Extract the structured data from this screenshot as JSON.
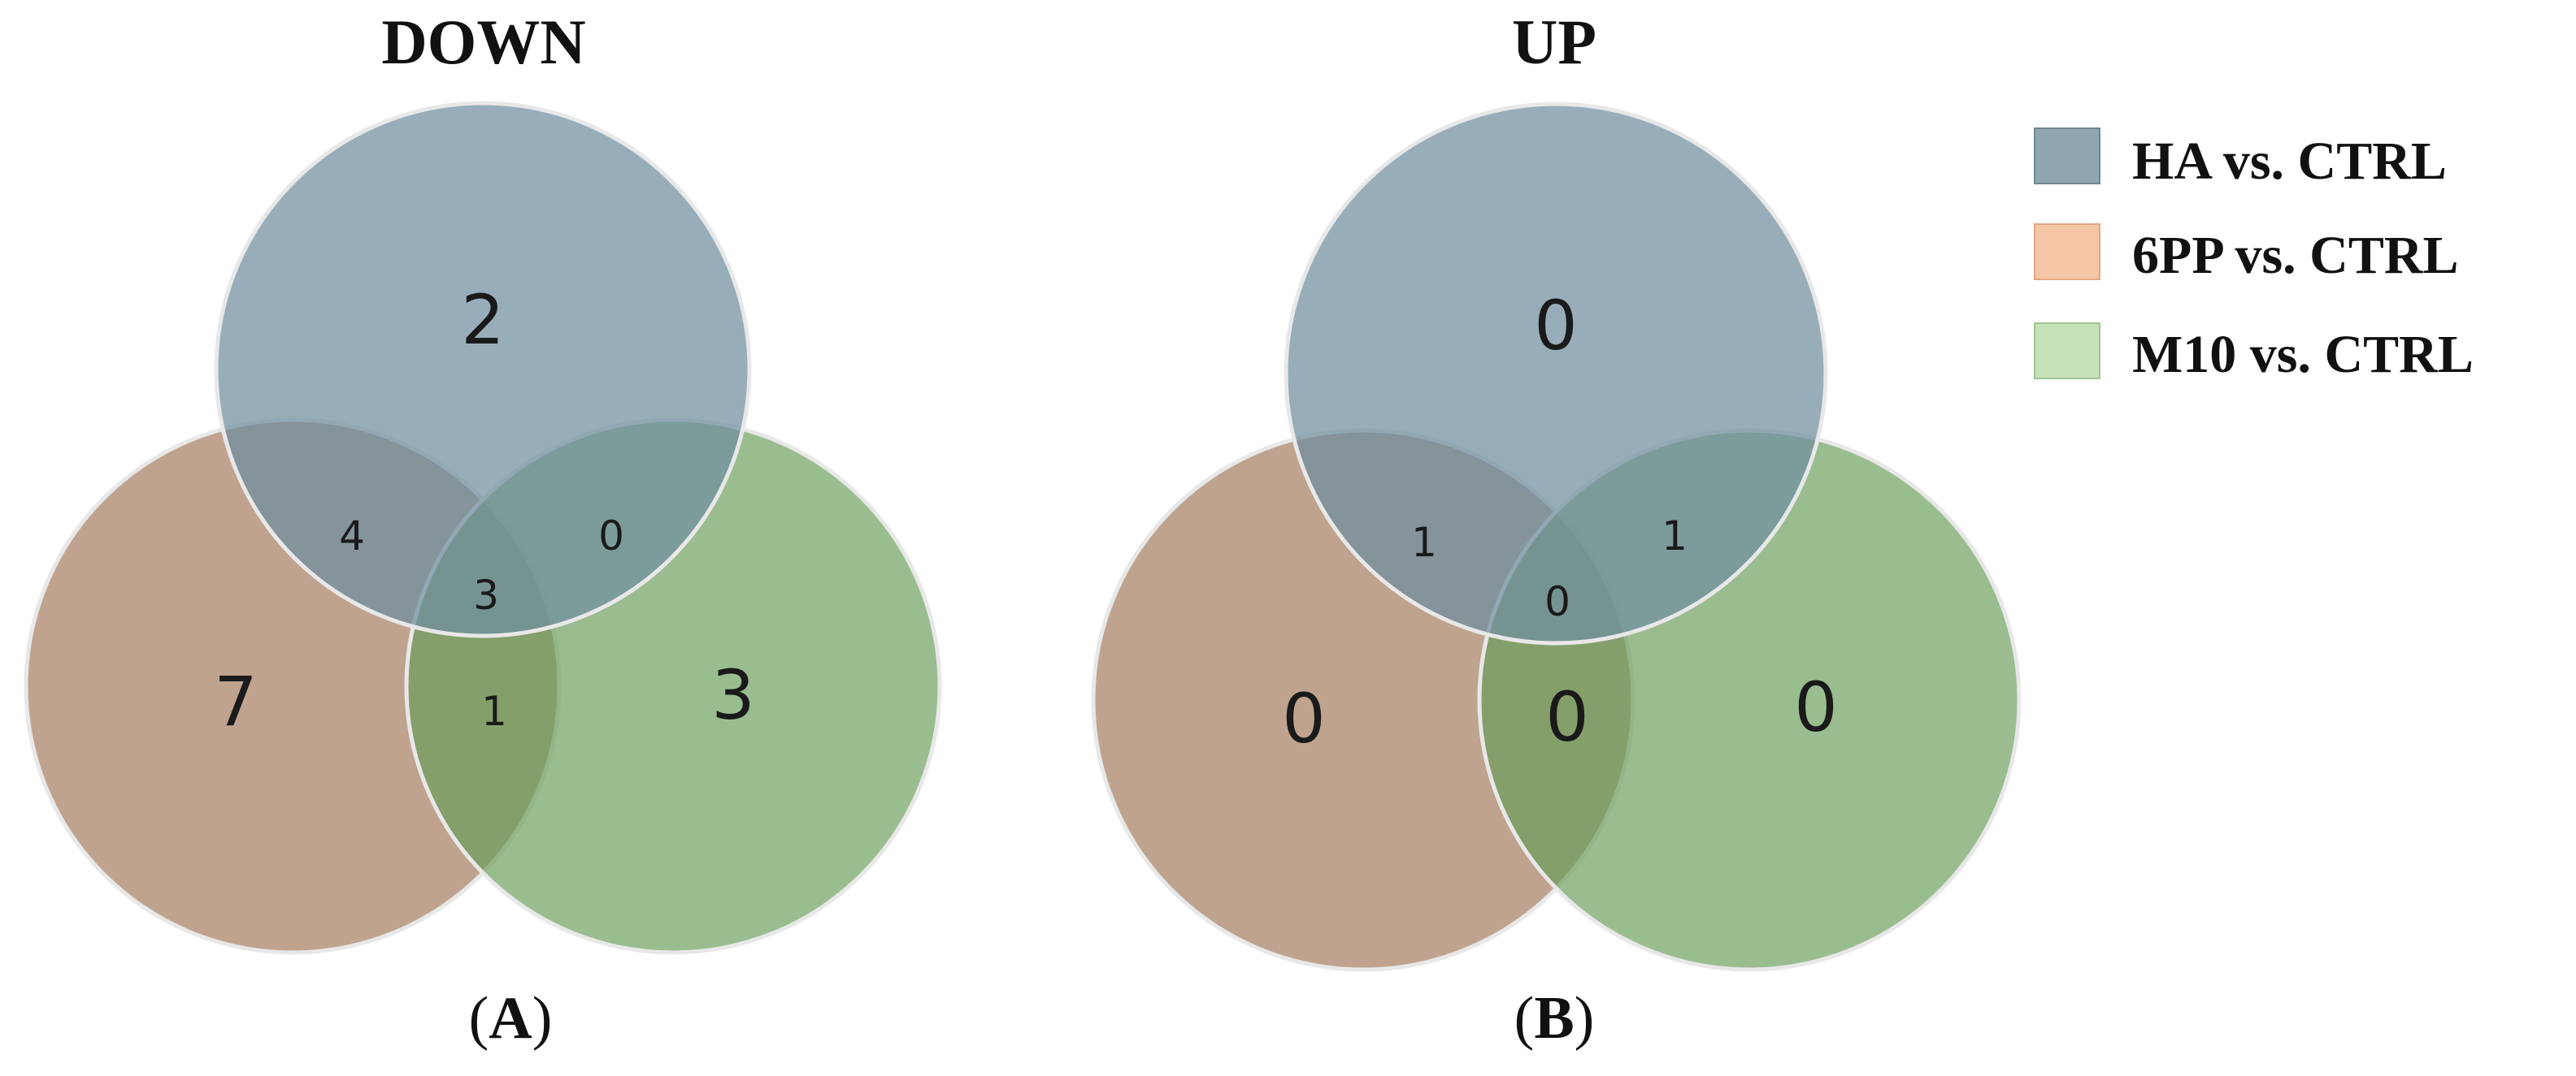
{
  "panels": [
    {
      "title": "DOWN",
      "label_letter": "A",
      "regions": {
        "ha_only": "2",
        "6pp_only": "7",
        "m10_only": "3",
        "ha_6pp": "4",
        "ha_m10": "0",
        "6pp_m10": "1",
        "all_three": "3"
      }
    },
    {
      "title": "UP",
      "label_letter": "B",
      "regions": {
        "ha_only": "0",
        "6pp_only": "0",
        "m10_only": "0",
        "ha_6pp": "1",
        "ha_m10": "1",
        "6pp_m10": "0",
        "all_three": "0"
      }
    }
  ],
  "legend": [
    {
      "label": "HA vs. CTRL",
      "color": "#8fa6b2"
    },
    {
      "label": "6PP vs. CTRL",
      "color": "#f5c6a6"
    },
    {
      "label": "M10 vs. CTRL",
      "color": "#c6e2b8"
    }
  ],
  "colors": {
    "ha_circle": "#6f8fa0",
    "6pp_circle": "#a67f62",
    "m10_circle": "#6a9e5a"
  }
}
